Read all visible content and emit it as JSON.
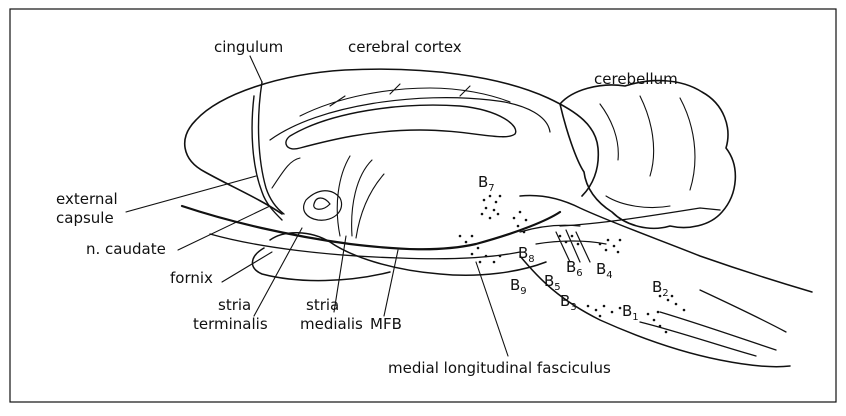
{
  "labels": {
    "cingulum": "cingulum",
    "cerebral_cortex": "cerebral cortex",
    "cerebellum": "cerebellum",
    "external_capsule_1": "external",
    "external_capsule_2": "capsule",
    "n_caudate": "n. caudate",
    "fornix": "fornix",
    "stria_terminalis_1": "stria",
    "stria_terminalis_2": "terminalis",
    "stria_medialis_1": "stria",
    "stria_medialis_2": "medialis",
    "mfb": "MFB",
    "medial_longitudinal_fasciculus": "medial longitudinal fasciculus"
  },
  "nuclei": {
    "b1": {
      "letter": "B",
      "num": "1"
    },
    "b2": {
      "letter": "B",
      "num": "2"
    },
    "b3": {
      "letter": "B",
      "num": "3"
    },
    "b4": {
      "letter": "B",
      "num": "4"
    },
    "b5": {
      "letter": "B",
      "num": "5"
    },
    "b6": {
      "letter": "B",
      "num": "6"
    },
    "b7": {
      "letter": "B",
      "num": "7"
    },
    "b8": {
      "letter": "B",
      "num": "8"
    },
    "b9": {
      "letter": "B",
      "num": "9"
    }
  }
}
